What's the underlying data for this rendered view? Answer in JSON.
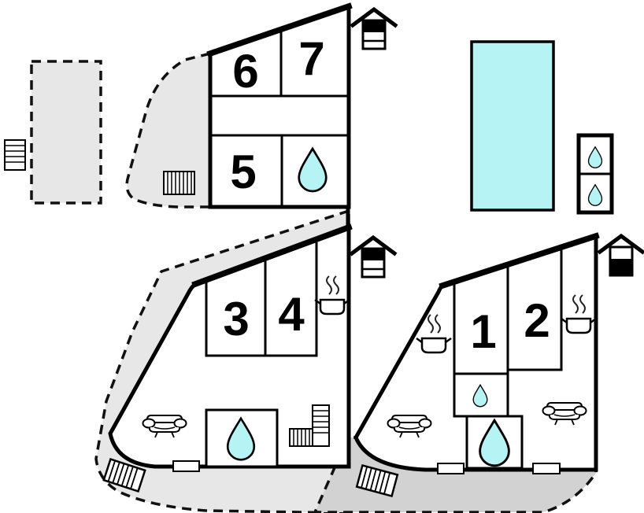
{
  "plan": {
    "title": "holiday-home-floor-plan",
    "rooms": {
      "r1": "1",
      "r2": "2",
      "r3": "3",
      "r4": "4",
      "r5": "5",
      "r6": "6",
      "r7": "7"
    },
    "colors": {
      "water": "#b5f3f5",
      "terrace_light": "#e7e7e7",
      "terrace_dark": "#d2d2d2",
      "outline": "#000000"
    },
    "icons": {
      "water_drop": "bathroom water drop",
      "well": "well",
      "stove": "stove pot with steam",
      "sofa": "sofa",
      "stairs": "L-shaped stairs",
      "hatch": "hatched entrance steps",
      "ladder": "ladder steps",
      "pool": "swimming pool",
      "door": "door opening"
    }
  }
}
